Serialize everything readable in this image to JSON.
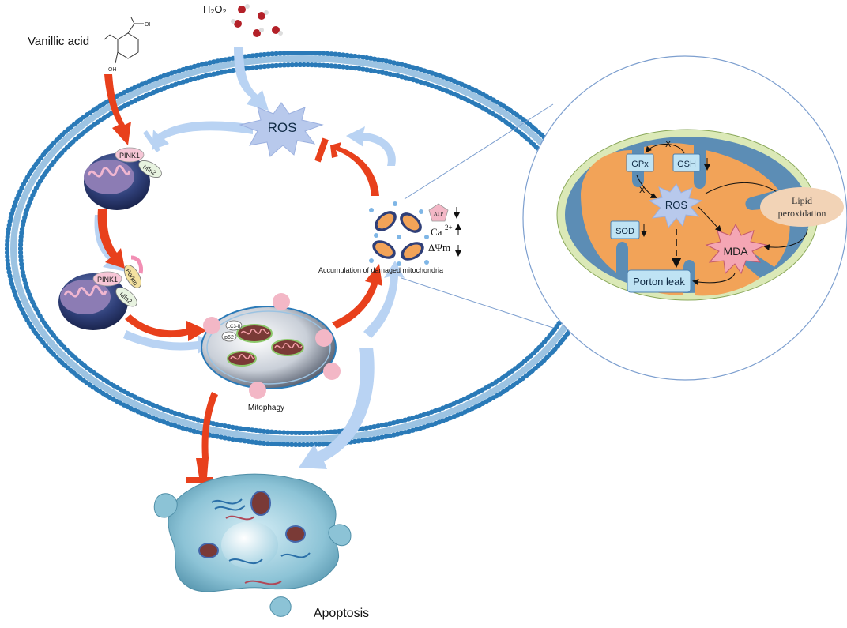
{
  "labels": {
    "vanillic_acid": "Vanillic acid",
    "h2o2": "H₂O₂",
    "oh_top": "OH",
    "oh_bottom": "OH",
    "ros_main": "ROS",
    "pink1_a": "PINK1",
    "mfn2_a": "Mfn2",
    "pink1_b": "PINK1",
    "mfn2_b": "Mfn2",
    "parkin": "Parkin",
    "lc3": "LC3-II",
    "p62": "p62",
    "mitophagy": "Mitophagy",
    "atp": "ATP",
    "ca": "Ca",
    "ca_sup": "2+",
    "dpsi": "ΔΨm",
    "accumulation": "Accumulation of damaged mitochondria",
    "apoptosis": "Apoptosis",
    "gpx": "GPx",
    "gsh": "GSH",
    "ros_inset": "ROS",
    "sod": "SOD",
    "mda": "MDA",
    "lipid_1": "Lipid",
    "lipid_2": "peroxidation",
    "proton_leak": "Porton leak"
  },
  "colors": {
    "membrane": "#2a7ab8",
    "activation_arrow": "#e8401c",
    "inhibition_arrow": "#e8401c",
    "pale_arrow": "#b9d3f3",
    "ros_star": "#b8c9ec",
    "mito_matrix": "#f2a358",
    "inset_outline": "#7d9fcf"
  }
}
